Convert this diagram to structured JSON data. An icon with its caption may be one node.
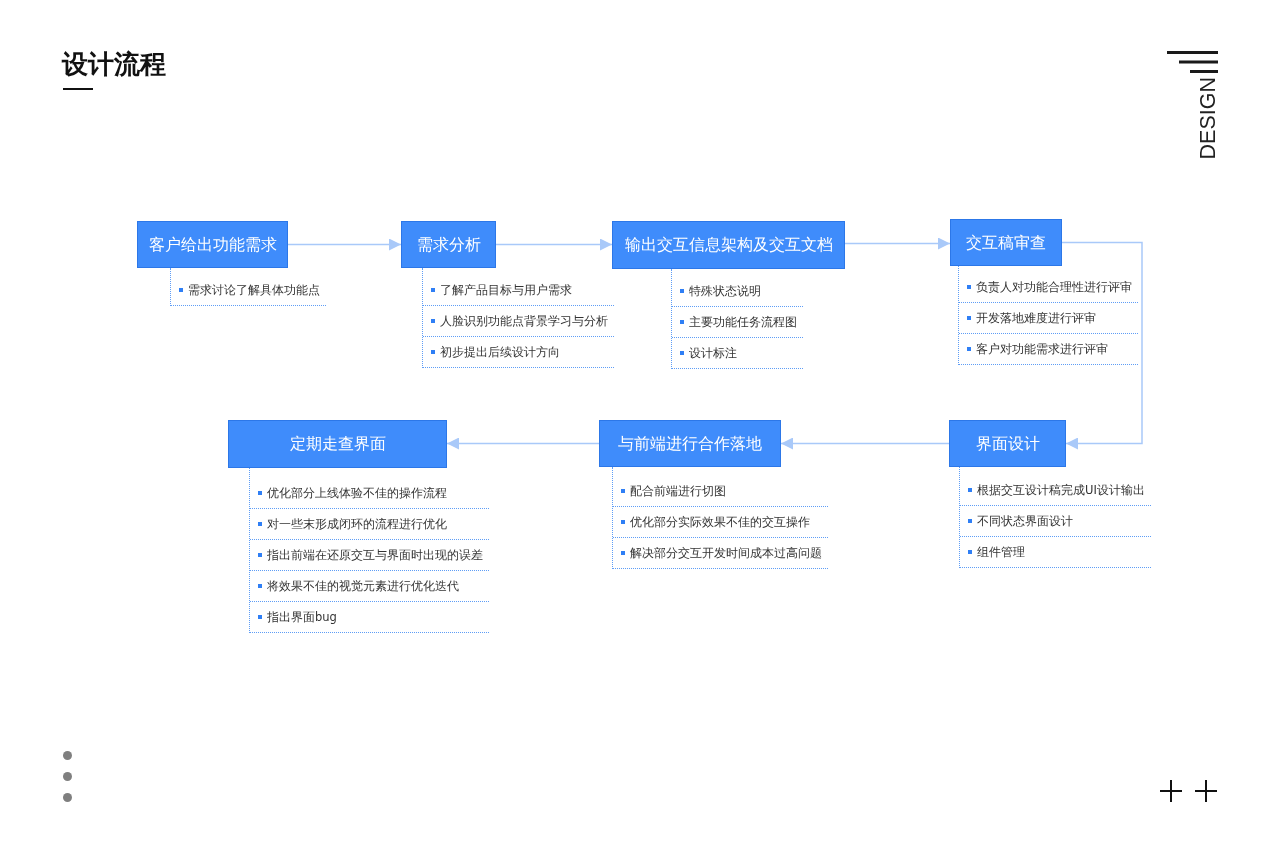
{
  "diagram": {
    "title": "设计流程",
    "nodes": [
      {
        "text": [
          "客户给出功能需求"
        ],
        "beside": [
          "需求讨论了解具体功能点"
        ]
      },
      {
        "text": [
          "需求分析"
        ],
        "beside": [
          "了解产品目标与用户需求",
          "人脸识别功能点背景学习与分析",
          "初步提出后续设计方向"
        ]
      },
      {
        "text": [
          "输出交互信息架构及交互文档"
        ],
        "beside": [
          "特殊状态说明",
          "主要功能任务流程图",
          "设计标注"
        ]
      },
      {
        "text": [
          "交互稿审查"
        ],
        "beside": [
          "负责人对功能合理性进行评审",
          "开发落地难度进行评审",
          "客户对功能需求进行评审"
        ]
      },
      {
        "text": [
          "界面设计"
        ],
        "beside": [
          "根据交互设计稿完成UI设计输出",
          "不同状态界面设计",
          "组件管理"
        ]
      },
      {
        "text": [
          "与前端进行合作落地"
        ],
        "beside": [
          "配合前端进行切图",
          "优化部分实际效果不佳的交互操作",
          "解决部分交互开发时间成本过高问题"
        ]
      },
      {
        "text": [
          "定期走查界面"
        ],
        "beside": [
          "优化部分上线体验不佳的操作流程",
          "对一些末形成闭环的流程进行优化",
          "指出前端在还原交互与界面时出现的误差",
          "将效果不佳的视觉元素进行优化迭代",
          "指出界面bug"
        ]
      }
    ],
    "edges": [
      {
        "from": 0,
        "to": 1,
        "arrow": "to"
      },
      {
        "from": 1,
        "to": 2,
        "arrow": "to"
      },
      {
        "from": 2,
        "to": 3,
        "arrow": "to"
      },
      {
        "from": 3,
        "to": 4,
        "arrow": "to"
      },
      {
        "from": 4,
        "to": 5,
        "arrow": "to"
      },
      {
        "from": 5,
        "to": 6,
        "arrow": "to"
      }
    ],
    "labels": [
      "DESIGN"
    ]
  }
}
